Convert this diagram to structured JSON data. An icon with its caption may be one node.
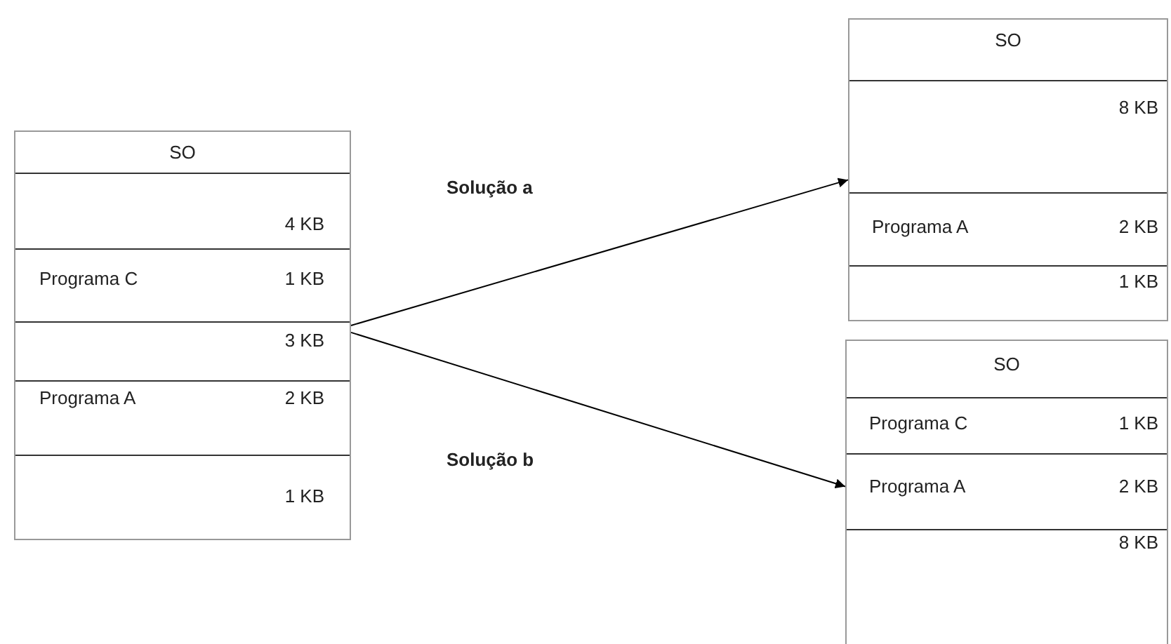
{
  "diagram": {
    "nodes": [
      {
        "text": [],
        "shape": "box"
      },
      {
        "text": [
          "SO"
        ],
        "in": 0
      },
      {
        "text": [
          "4 KB"
        ],
        "in": 0
      },
      {
        "text": [
          "Programa C",
          "1 KB"
        ],
        "in": 0
      },
      {
        "text": [
          "3 KB"
        ],
        "in": 0
      },
      {
        "text": [
          "Programa A",
          "2 KB"
        ],
        "in": 0
      },
      {
        "text": [
          "1 KB"
        ],
        "in": 0
      },
      {
        "text": [],
        "shape": "box"
      },
      {
        "text": [
          "SO"
        ],
        "in": 7
      },
      {
        "text": [
          "8 KB"
        ],
        "in": 7
      },
      {
        "text": [
          "Programa A",
          "2 KB"
        ],
        "in": 7
      },
      {
        "text": [
          "1 KB"
        ],
        "in": 7
      },
      {
        "text": [],
        "shape": "box"
      },
      {
        "text": [
          "SO"
        ],
        "in": 12
      },
      {
        "text": [
          "Programa C",
          "1 KB"
        ],
        "in": 12
      },
      {
        "text": [
          "Programa A",
          "2 KB"
        ],
        "in": 12
      },
      {
        "text": [
          "8 KB"
        ],
        "in": 12
      }
    ],
    "edges": [
      {
        "from": 0,
        "to": 9,
        "arrow": "to",
        "label": "Solução a"
      },
      {
        "from": 0,
        "to": 15,
        "arrow": "to",
        "label": "Solução b"
      }
    ]
  }
}
